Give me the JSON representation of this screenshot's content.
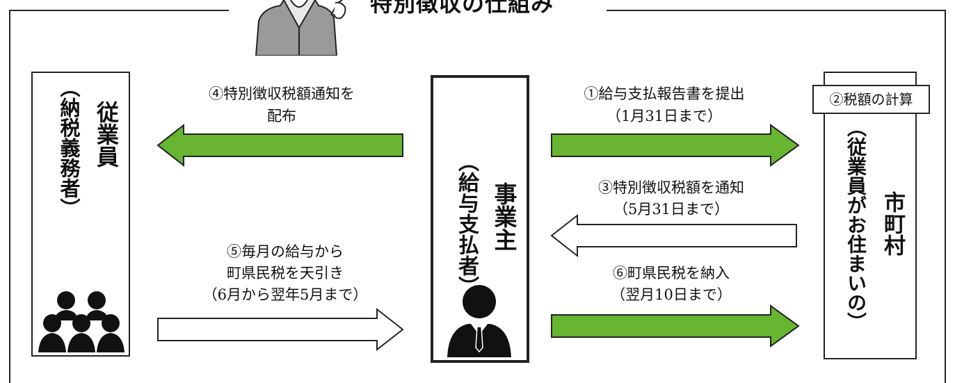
{
  "title": "特別徴収の仕組み",
  "colors": {
    "arrow_fill": "#67b531",
    "outline": "#222222",
    "background": "#ffffff"
  },
  "entities": {
    "employee": {
      "main": "従業員",
      "sub": "（納税義務者）",
      "icon": "group-of-people-icon"
    },
    "employer": {
      "main": "事業主",
      "sub": "（給与支払者）",
      "icon": "businessman-icon"
    },
    "municipality": {
      "main": "市町村",
      "sub": "（従業員がお住まいの）",
      "calc_note": "②税額の計算"
    }
  },
  "flows": {
    "step1": {
      "line1": "①給与支払報告書を提出",
      "line2": "（1月31日まで）",
      "style": "filled"
    },
    "step3": {
      "line1": "③特別徴収税額を通知",
      "line2": "（5月31日まで）",
      "style": "outline"
    },
    "step4": {
      "line1": "④特別徴収税額通知を",
      "line2": "配布",
      "style": "filled"
    },
    "step5": {
      "line1": "⑤毎月の給与から",
      "line2": "町県民税を天引き",
      "line3": "（6月から翌年5月まで）",
      "style": "outline"
    },
    "step6": {
      "line1": "⑥町県民税を納入",
      "line2": "（翌月10日まで）",
      "style": "filled"
    }
  }
}
